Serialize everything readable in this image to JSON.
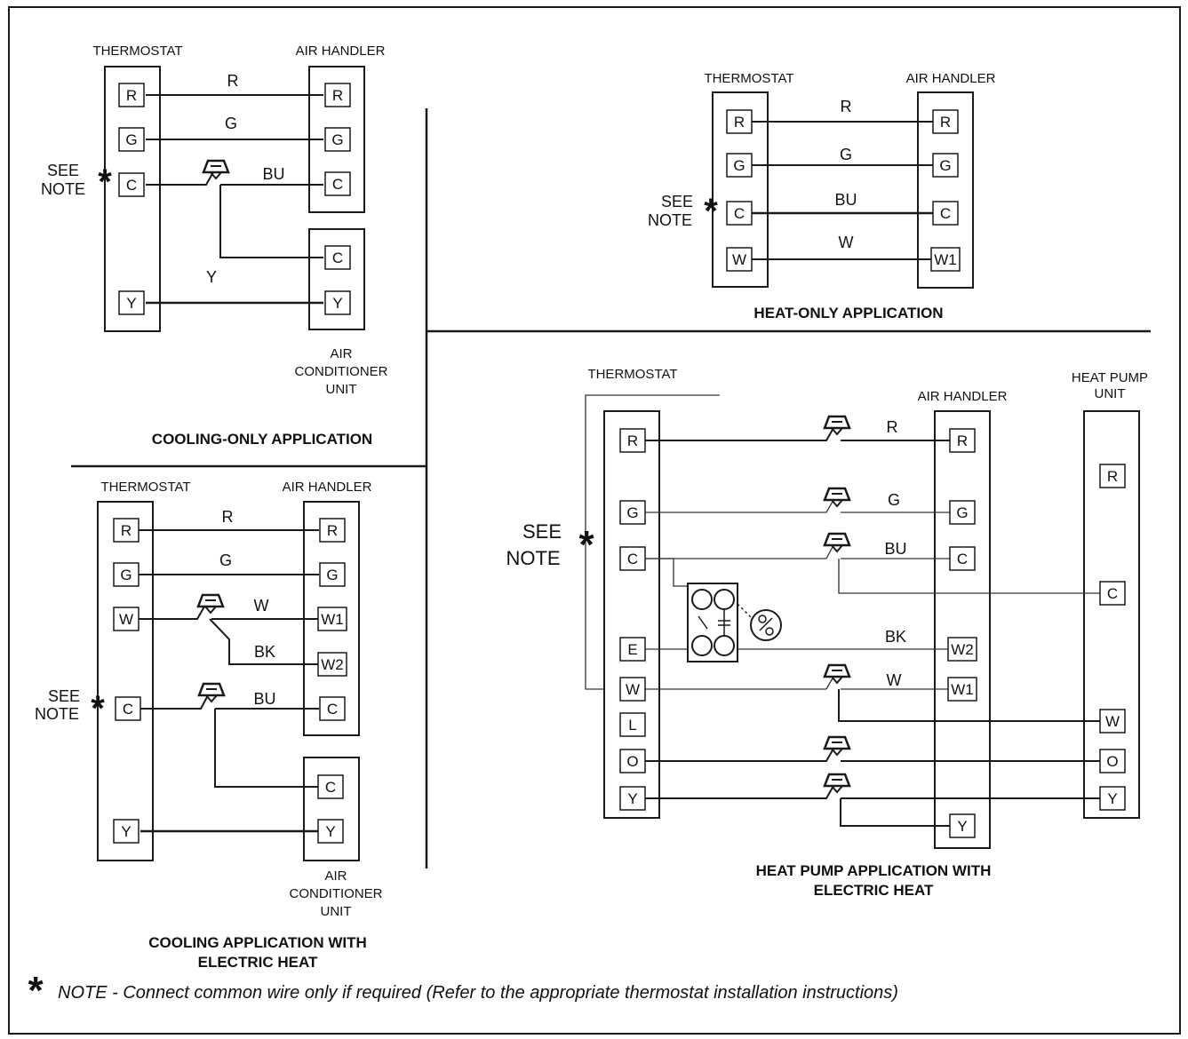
{
  "labels": {
    "thermostat": "THERMOSTAT",
    "air_handler": "AIR HANDLER",
    "air_conditioner_1": "AIR",
    "air_conditioner_2": "CONDITIONER",
    "air_conditioner_3": "UNIT",
    "heat_pump_1": "HEAT PUMP",
    "heat_pump_2": "UNIT",
    "see": "SEE",
    "note": "NOTE",
    "asterisk": "*"
  },
  "titles": {
    "cooling_only": "COOLING-ONLY APPLICATION",
    "heat_only": "HEAT-ONLY APPLICATION",
    "cooling_electric_1": "COOLING APPLICATION WITH",
    "cooling_electric_2": "ELECTRIC HEAT",
    "heat_pump_1": "HEAT PUMP APPLICATION WITH",
    "heat_pump_2": "ELECTRIC HEAT"
  },
  "wires": {
    "R": "R",
    "G": "G",
    "BU": "BU",
    "W": "W",
    "Y": "Y",
    "BK": "BK"
  },
  "terminals": {
    "R": "R",
    "G": "G",
    "C": "C",
    "Y": "Y",
    "W": "W",
    "W1": "W1",
    "W2": "W2",
    "E": "E",
    "L": "L",
    "O": "O"
  },
  "footnote": {
    "star": "*",
    "text": "NOTE - Connect common wire only if required (Refer to the appropriate thermostat installation instructions)"
  }
}
